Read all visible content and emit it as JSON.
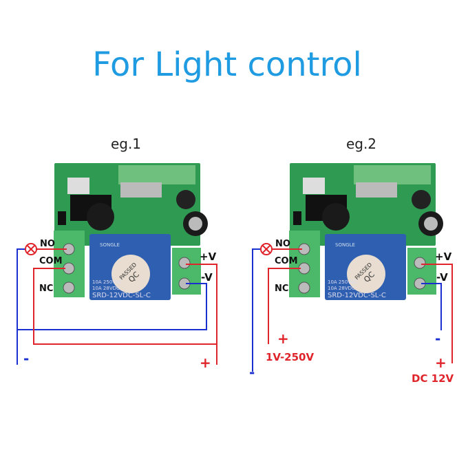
{
  "title": "For Light control",
  "colors": {
    "title": "#1f9be2",
    "positive_wire": "#e0242b",
    "negative_wire": "#1a2fd0",
    "pcb": "#2e9a52",
    "terminal": "#4cb86a",
    "relay": "#2f5fb0"
  },
  "relay": {
    "brand": "SONGLE",
    "model": "SRD-12VDC-SL-C",
    "rating1": "10A 250VAC",
    "rating2": "10A 28VDC",
    "sticker_line1": "QC",
    "sticker_line2": "PASSED"
  },
  "terminals": {
    "no": "NO",
    "com": "COM",
    "nc": "NC",
    "plus_v": "+V",
    "minus_v": "-V"
  },
  "example1": {
    "label": "eg.1",
    "minus": "-",
    "plus": "+"
  },
  "example2": {
    "label": "eg.2",
    "load_plus": "+",
    "load_voltage": "1V-250V",
    "load_minus": "-",
    "dc_minus": "-",
    "dc_plus": "+",
    "dc_voltage": "DC 12V"
  }
}
